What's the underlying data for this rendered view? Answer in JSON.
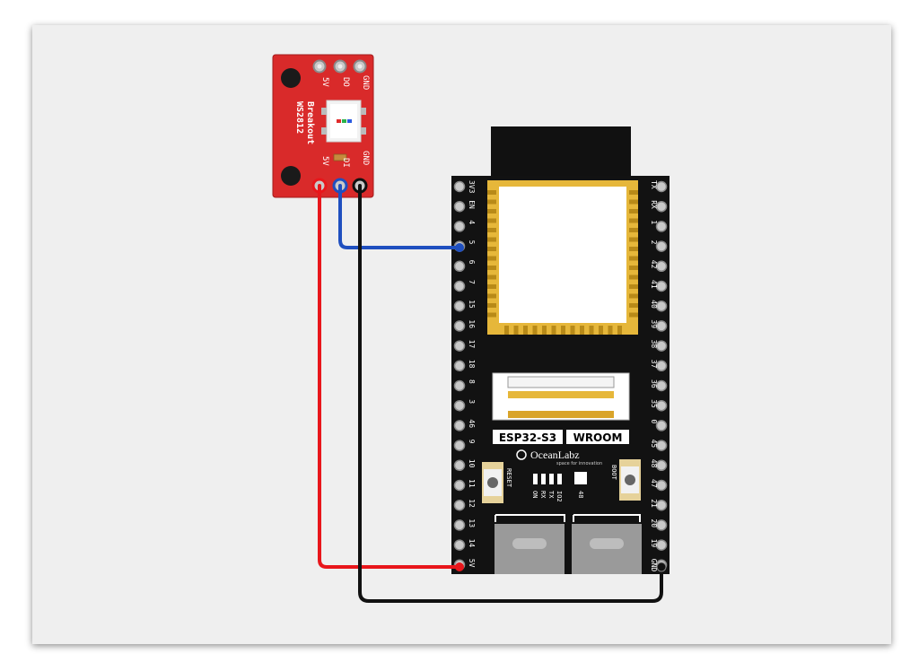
{
  "breakout": {
    "title_line1": "WS2812",
    "title_line2": "Breakout",
    "top_pins": [
      "5V",
      "DO",
      "GND"
    ],
    "bottom_pins": [
      "5V",
      "DI",
      "GND"
    ]
  },
  "board": {
    "chip_label": "ESP32-S3",
    "module_label": "WROOM",
    "brand": "OceanLabz",
    "tagline": "space for innovation",
    "button_left": "RESET",
    "button_right": "BOOT",
    "leds": [
      "ON",
      "RX",
      "TX",
      "IO2"
    ],
    "rgb_led": "48",
    "left_pins": [
      "3V3",
      "EN",
      "4",
      "5",
      "6",
      "7",
      "15",
      "16",
      "17",
      "18",
      "8",
      "3",
      "46",
      "9",
      "10",
      "11",
      "12",
      "13",
      "14",
      "5V"
    ],
    "right_pins": [
      "TX",
      "RX",
      "1",
      "2",
      "42",
      "41",
      "40",
      "39",
      "38",
      "37",
      "36",
      "35",
      "0",
      "45",
      "48",
      "47",
      "21",
      "20",
      "19",
      "GND"
    ]
  },
  "wires": [
    {
      "name": "5V",
      "color": "#e8161b"
    },
    {
      "name": "DATA",
      "color": "#1f4fbf"
    },
    {
      "name": "GND",
      "color": "#111111"
    }
  ],
  "colors": {
    "pcb_red": "#d92a2a",
    "pcb_black": "#121212",
    "gold": "#e6b73a",
    "canvas": "#efefef"
  }
}
